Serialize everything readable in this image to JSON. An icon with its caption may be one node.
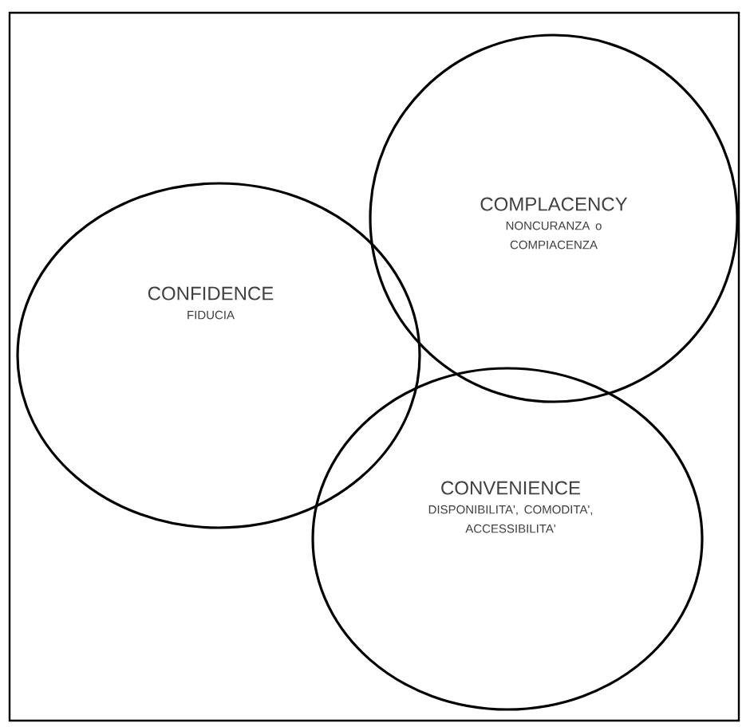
{
  "diagram": {
    "nodes": [
      {
        "text": [
          "CONFIDENCE",
          "FIDUCIA"
        ]
      },
      {
        "text": [
          "COMPLACENCY",
          "NONCURANZA o COMPIACENZA"
        ]
      },
      {
        "text": [
          "CONVENIENCE",
          "DISPONIBILITA', COMODITA', ACCESSIBILITA'"
        ]
      }
    ]
  }
}
